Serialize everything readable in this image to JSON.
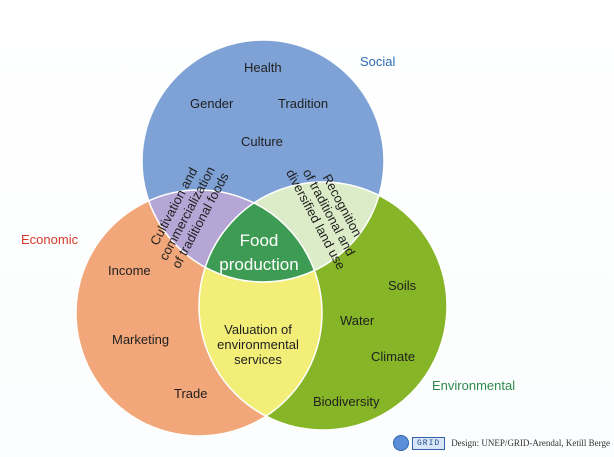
{
  "title": "",
  "categories": {
    "social": "Social",
    "economic": "Economic",
    "environmental": "Environmental"
  },
  "social_items": [
    "Health",
    "Gender",
    "Tradition",
    "Culture"
  ],
  "economic_items": [
    "Income",
    "Marketing",
    "Trade"
  ],
  "environmental_items": [
    "Soils",
    "Water",
    "Climate",
    "Biodiversity"
  ],
  "overlaps": {
    "social_economic": [
      "Cultivation and",
      "commercialization",
      "of traditional foods"
    ],
    "social_environmental": [
      "Recognition",
      "of traditional and",
      "diversified land use"
    ],
    "economic_environmental": [
      "Valuation of",
      "environmental",
      "services"
    ]
  },
  "center": [
    "Food",
    "production"
  ],
  "credit": {
    "logo_text": "GRID",
    "text": "Design: UNEP/GRID-Arendal, Ketill Berge"
  },
  "colors": {
    "social": "#7fa2d6",
    "economic": "#f2a77a",
    "environmental": "#86b527",
    "social_economic": "#b6a6d6",
    "social_environmental": "#dcecc8",
    "economic_environmental": "#f3ee78",
    "center": "#3e9b54"
  }
}
